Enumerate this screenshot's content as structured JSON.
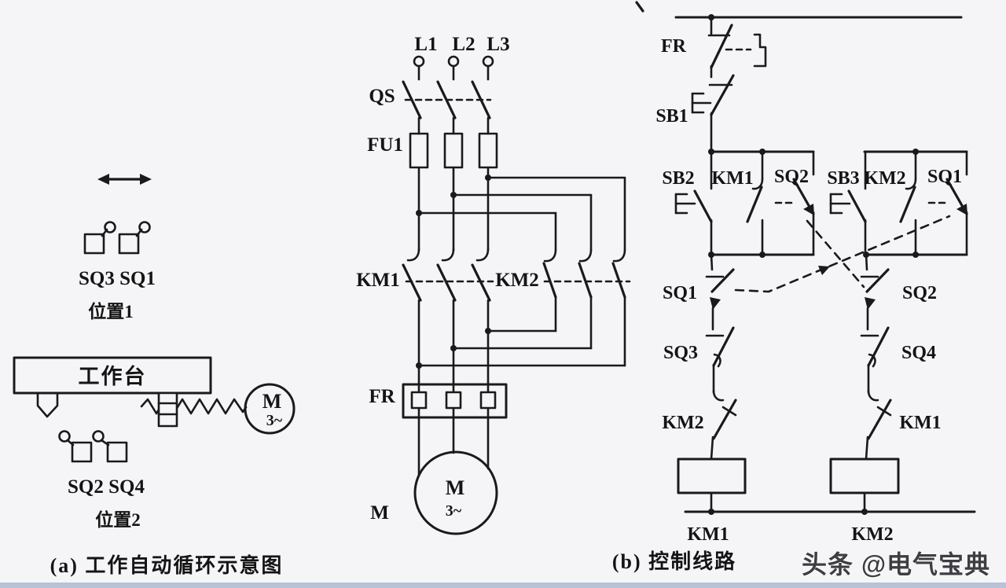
{
  "figure": {
    "background": "#f5f5f8",
    "line_color": "#1a1a1a",
    "bottom_strip_color": "#b7c3d6"
  },
  "panel_a": {
    "caption": "(a) 工作自动循环示意图",
    "position1_label": "位置1",
    "position2_label": "位置2",
    "upper_switches_label": "SQ3 SQ1",
    "lower_switches_label": "SQ2 SQ4",
    "worktable_label": "工作台",
    "motor_letter": "M",
    "motor_phase": "3~"
  },
  "main_circuit": {
    "phase_labels": [
      "L1",
      "L2",
      "L3"
    ],
    "switch_label": "QS",
    "fuse_label": "FU1",
    "contactor1_label": "KM1",
    "contactor2_label": "KM2",
    "overload_label": "FR",
    "motor_ref_label": "M",
    "motor_letter": "M",
    "motor_phase": "3~"
  },
  "control_circuit": {
    "overload_contact_label": "FR",
    "stop_button_label": "SB1",
    "forward_button_label": "SB2",
    "forward_seal_label": "KM1",
    "forward_limit_no_label": "SQ2",
    "reverse_button_label": "SB3",
    "reverse_seal_label": "KM2",
    "reverse_limit_no_label": "SQ1",
    "left_chain": {
      "limit_stop_label": "SQ1",
      "limit_pass_label": "SQ3",
      "interlock_label": "KM2",
      "coil_label": "KM1"
    },
    "right_chain": {
      "limit_stop_label": "SQ2",
      "limit_pass_label": "SQ4",
      "interlock_label": "KM1",
      "coil_label": "KM2"
    },
    "caption": "(b) 控制线路"
  },
  "watermark": {
    "text": "头条 @电气宝典"
  }
}
